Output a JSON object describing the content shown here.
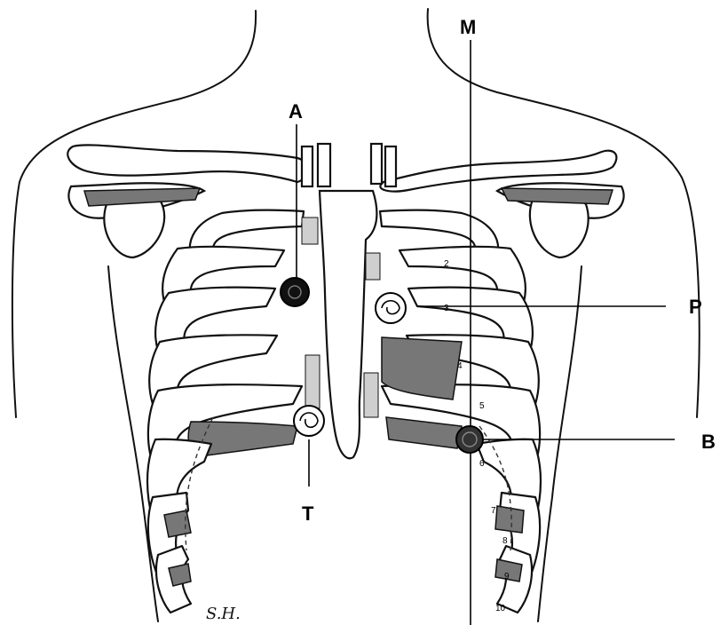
{
  "figure": {
    "labels": {
      "aortic": "A",
      "pulmonic": "P",
      "tricuspid": "T",
      "bicuspid": "B",
      "midclavicular": "M"
    },
    "signature": "S.H.",
    "rib_numbers": [
      "2",
      "3",
      "4",
      "5",
      "6",
      "7",
      "8",
      "9",
      "10"
    ]
  }
}
